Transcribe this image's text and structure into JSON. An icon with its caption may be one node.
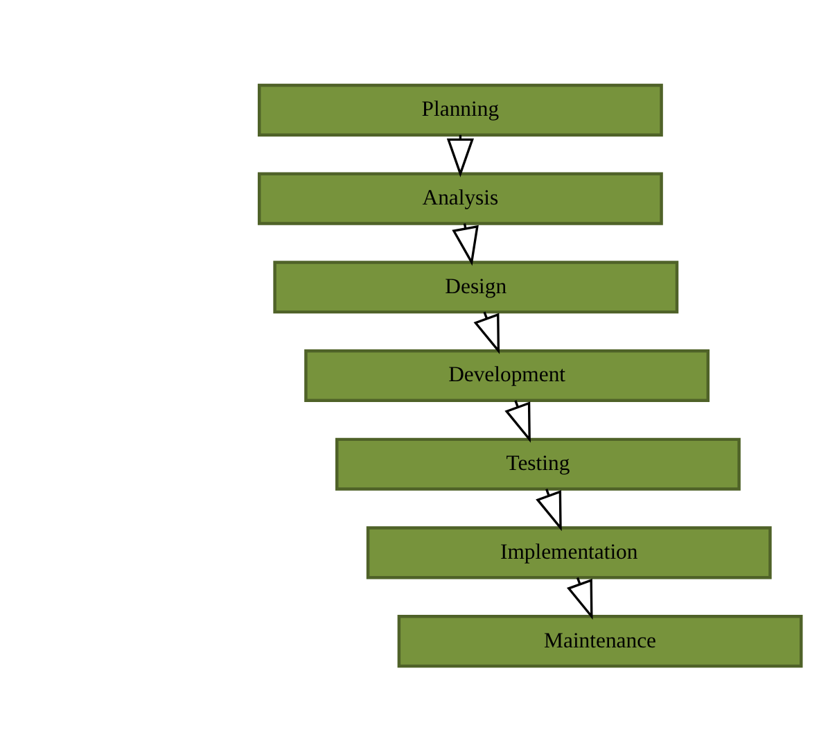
{
  "diagram": {
    "nodes": [
      {
        "text": [
          "Planning"
        ]
      },
      {
        "text": [
          "Analysis"
        ]
      },
      {
        "text": [
          "Design"
        ]
      },
      {
        "text": [
          "Development"
        ]
      },
      {
        "text": [
          "Testing"
        ]
      },
      {
        "text": [
          "Implementation"
        ]
      },
      {
        "text": [
          "Maintenance"
        ]
      }
    ],
    "edges": [
      {
        "from": 0,
        "to": 1,
        "arrow": "to"
      },
      {
        "from": 1,
        "to": 2,
        "arrow": "to"
      },
      {
        "from": 2,
        "to": 3,
        "arrow": "to"
      },
      {
        "from": 3,
        "to": 4,
        "arrow": "to"
      },
      {
        "from": 4,
        "to": 5,
        "arrow": "to"
      },
      {
        "from": 5,
        "to": 6,
        "arrow": "to"
      }
    ]
  }
}
